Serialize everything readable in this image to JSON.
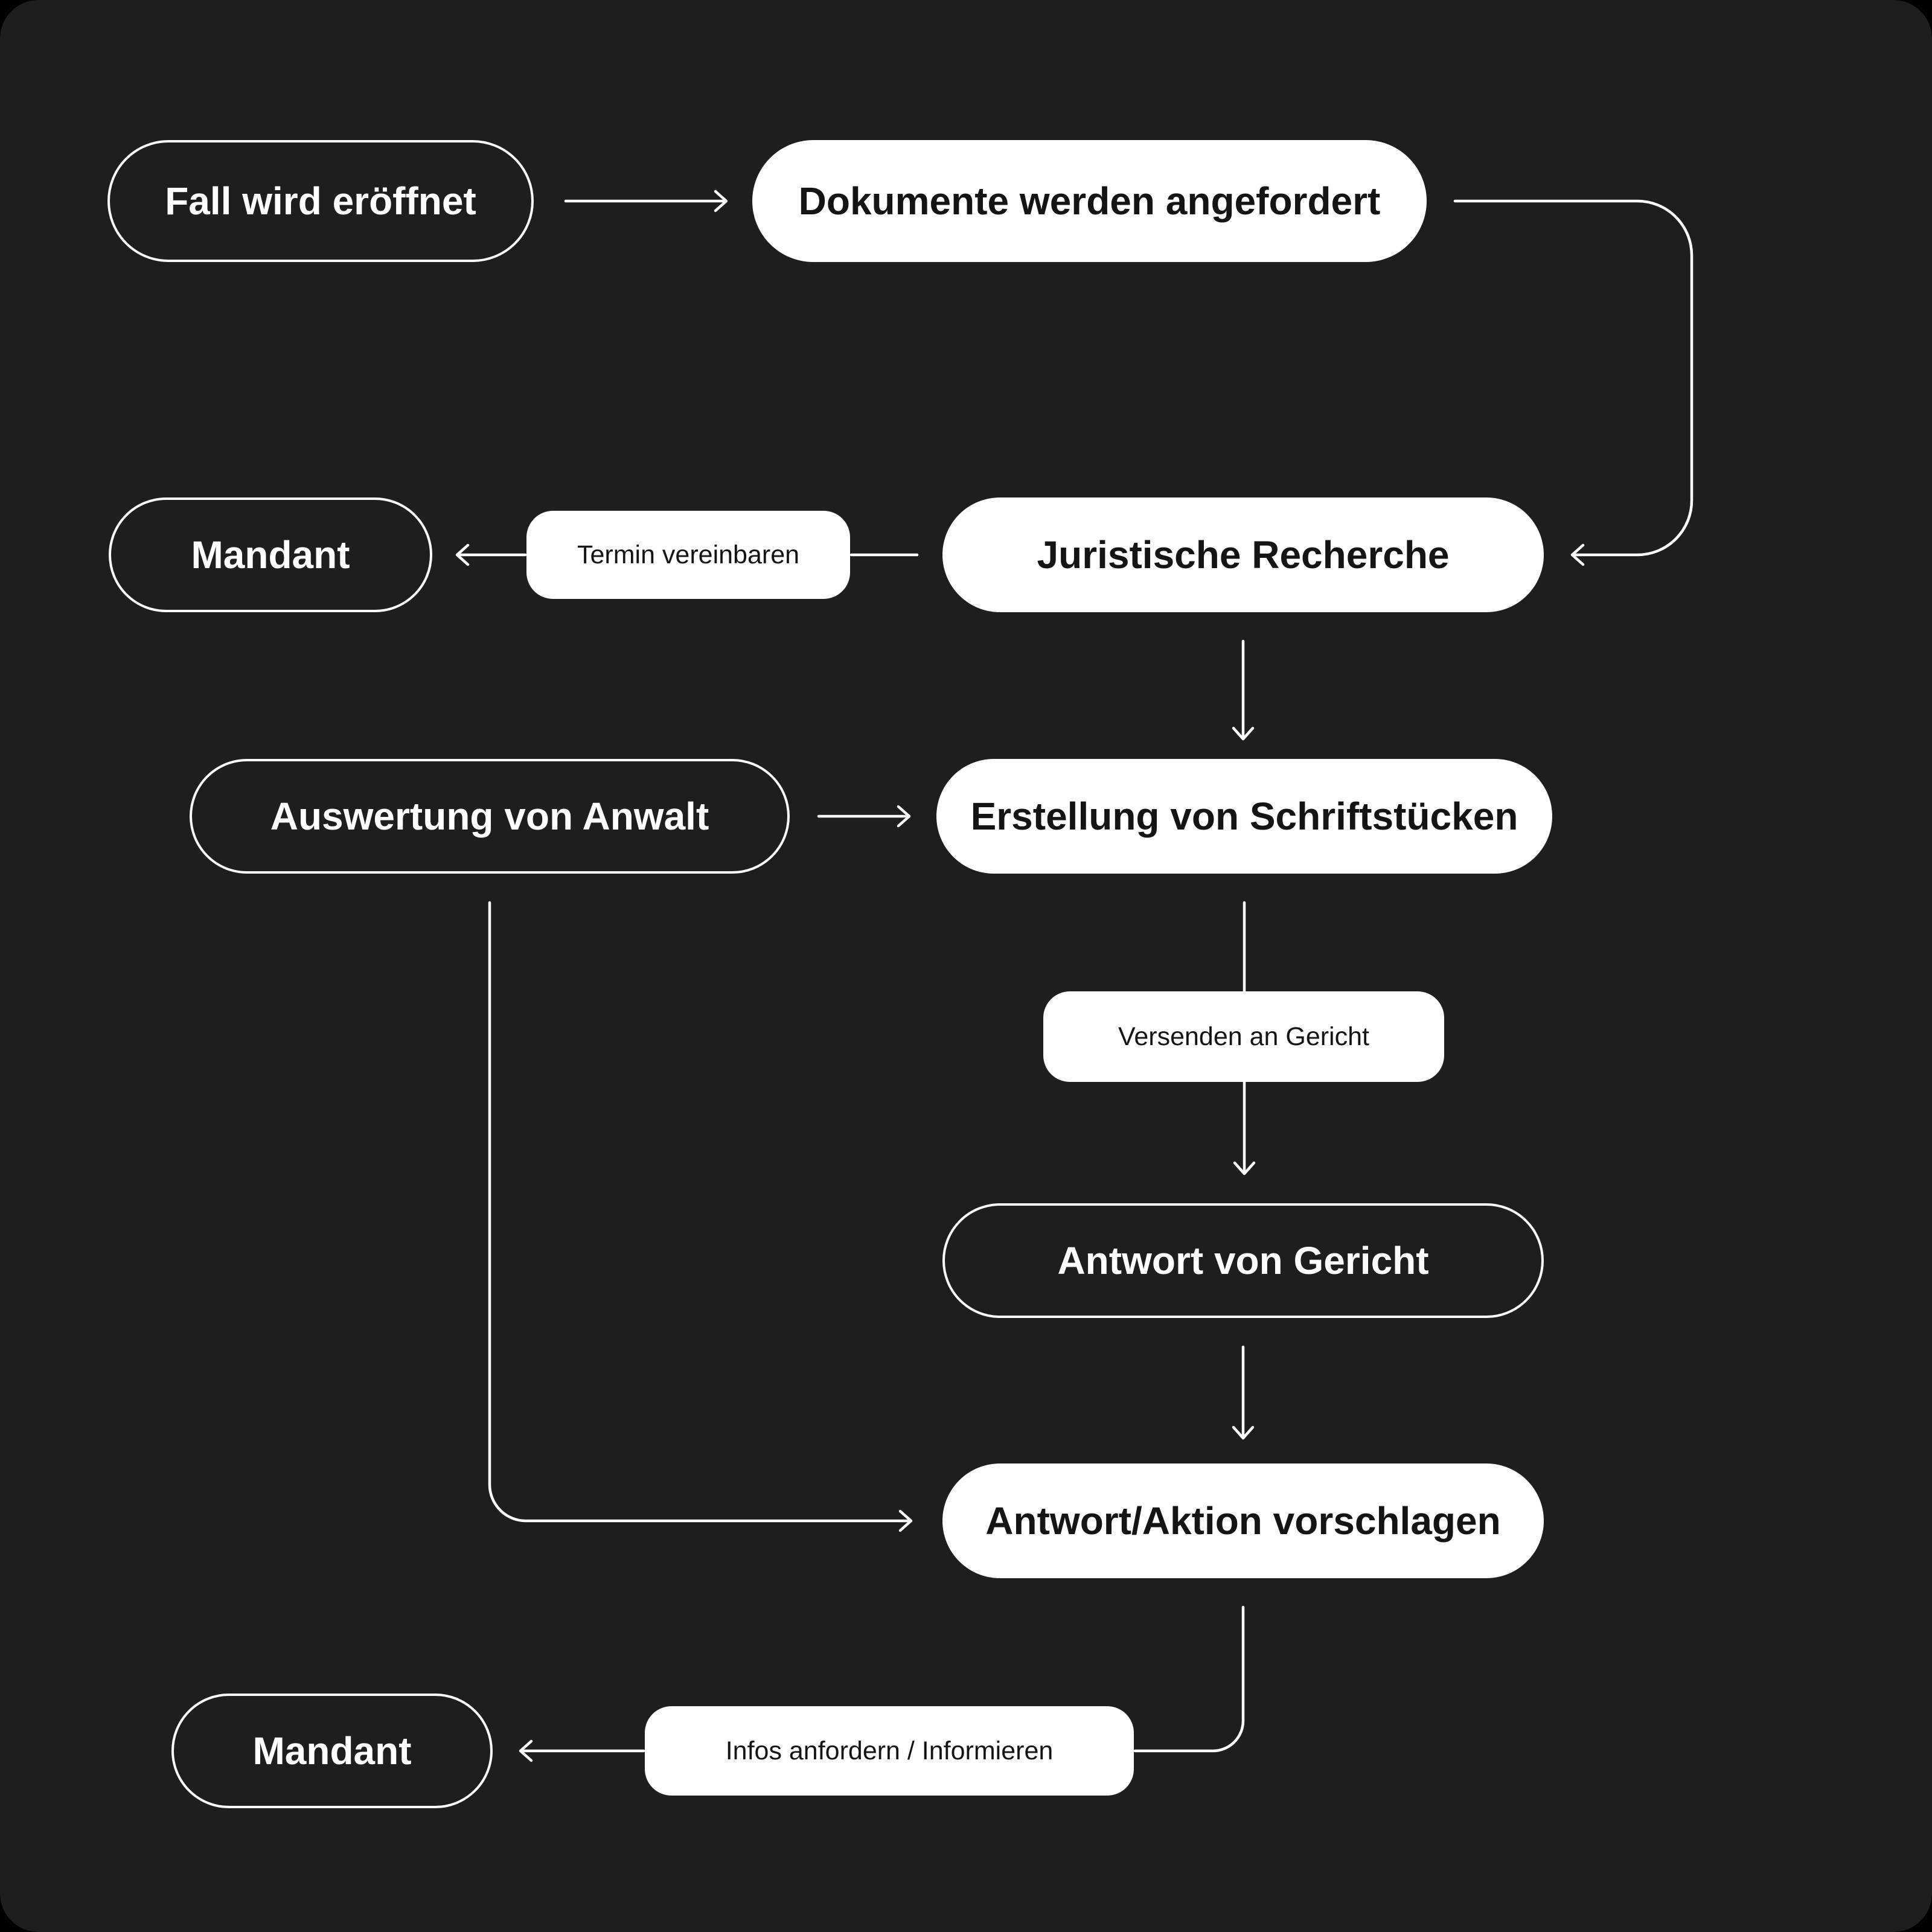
{
  "colors": {
    "page_background": "#000000",
    "canvas_background": "#1e1e1e",
    "connector": "#ffffff",
    "shape_fill": "#ffffff",
    "shape_outline": "#ffffff",
    "text_on_white": "#141414",
    "text_on_dark": "#ffffff"
  },
  "nodes": {
    "fall": {
      "label": "Fall wird eröffnet",
      "style": "outlined"
    },
    "dokumente": {
      "label": "Dokumente werden angefordert",
      "style": "filled"
    },
    "mandant_top": {
      "label": "Mandant",
      "style": "outlined"
    },
    "juristische": {
      "label": "Juristische Recherche",
      "style": "filled"
    },
    "auswertung": {
      "label": "Auswertung von Anwalt",
      "style": "outlined"
    },
    "erstellung": {
      "label": "Erstellung von Schriftstücken",
      "style": "filled"
    },
    "antwort_gericht": {
      "label": "Antwort von Gericht",
      "style": "outlined"
    },
    "antwort_aktion": {
      "label": "Antwort/Aktion vorschlagen",
      "style": "filled"
    },
    "mandant_bottom": {
      "label": "Mandant",
      "style": "outlined"
    }
  },
  "edge_labels": {
    "termin": {
      "label": "Termin vereinbaren"
    },
    "versenden": {
      "label": "Versenden an Gericht"
    },
    "infos": {
      "label": "Infos anfordern / Informieren"
    }
  }
}
